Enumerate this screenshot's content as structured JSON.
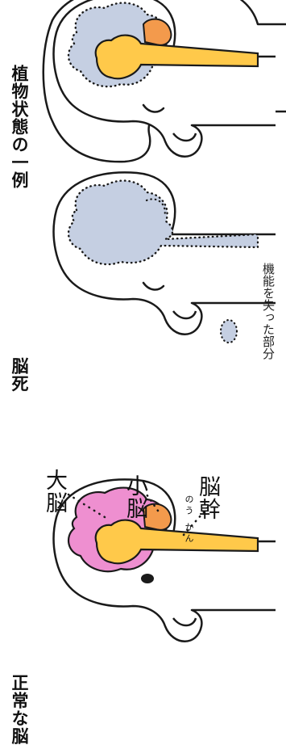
{
  "panels": {
    "vegetative": {
      "title": "植物状態の一例"
    },
    "brain_death": {
      "title": "脳死"
    },
    "normal": {
      "title": "正常な脳"
    }
  },
  "labels": {
    "cerebrum": "大脳",
    "cerebellum": "小脳",
    "brainstem": "脳幹",
    "brainstem_reading": "のう かん"
  },
  "legend": {
    "text": "機能を失った部分"
  },
  "colors": {
    "cerebrum": "#ee8fd0",
    "cerebellum": "#f39a4c",
    "brainstem": "#ffc94a",
    "lost_function": "#c5cfe2",
    "outline": "#1a1a1a",
    "skin": "#ffffff"
  }
}
